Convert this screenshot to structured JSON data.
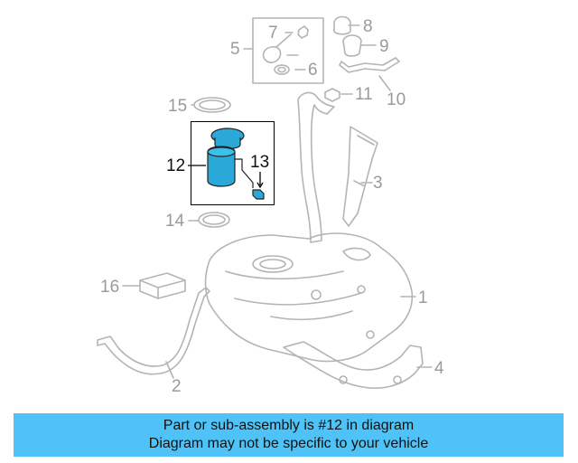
{
  "callouts": {
    "c1": "1",
    "c2": "2",
    "c3": "3",
    "c4": "4",
    "c5": "5",
    "c6": "6",
    "c7": "7",
    "c8": "8",
    "c9": "9",
    "c10": "10",
    "c11": "11",
    "c12": "12",
    "c13": "13",
    "c14": "14",
    "c15": "15",
    "c16": "16"
  },
  "highlight_part": "12",
  "colors": {
    "banner": "#4fc3f7",
    "parts_gray": "#b4b4b4",
    "highlight": "#2aa9d8"
  },
  "banner": {
    "line1": "Part or sub-assembly is #12 in diagram",
    "line2": "Diagram may not be specific to your vehicle"
  }
}
